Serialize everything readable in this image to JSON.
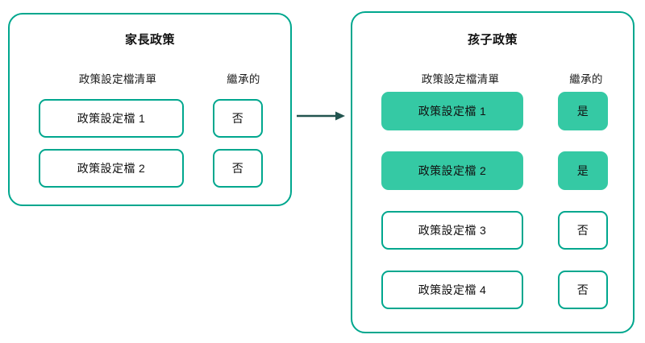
{
  "diagram": {
    "title_semantic": "policy-profile-inheritance",
    "colors": {
      "border_teal": "#00a78e",
      "fill_teal": "#35c9a4",
      "arrow": "#22544f",
      "text": "#111111",
      "background": "#ffffff"
    },
    "arrow": {
      "name": "inheritance-arrow",
      "direction": "left-to-right"
    },
    "panels": [
      {
        "key": "parent",
        "title": "家長政策",
        "columns": {
          "profile_list": "政策設定檔清單",
          "inherited": "繼承的"
        },
        "rows": [
          {
            "profile": "政策設定檔 1",
            "inherited": "否",
            "highlighted": false
          },
          {
            "profile": "政策設定檔 2",
            "inherited": "否",
            "highlighted": false
          }
        ]
      },
      {
        "key": "child",
        "title": "孩子政策",
        "columns": {
          "profile_list": "政策設定檔清單",
          "inherited": "繼承的"
        },
        "rows": [
          {
            "profile": "政策設定檔 1",
            "inherited": "是",
            "highlighted": true
          },
          {
            "profile": "政策設定檔 2",
            "inherited": "是",
            "highlighted": true
          },
          {
            "profile": "政策設定檔 3",
            "inherited": "否",
            "highlighted": false
          },
          {
            "profile": "政策設定檔 4",
            "inherited": "否",
            "highlighted": false
          }
        ]
      }
    ]
  }
}
